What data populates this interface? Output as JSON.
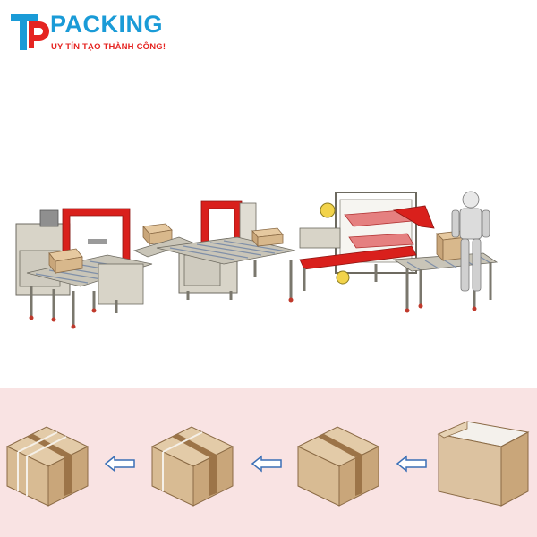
{
  "brand": {
    "name": "PACKING",
    "slogan": "UY TÍN TẠO THÀNH CÔNG!",
    "logo_icon": "tp-monogram-icon",
    "colors": {
      "blue": "#1a9bd7",
      "red": "#e52421"
    }
  },
  "scene": {
    "items": [
      "strapping-machine",
      "strapping-machine",
      "carton-sealer",
      "robot-operator",
      "conveyor"
    ],
    "frame_color": "#d9201c"
  },
  "process": {
    "steps": [
      "strapped-box-cross",
      "strapped-box",
      "taped-box",
      "open-box"
    ],
    "arrow_icon": "arrow-left-icon",
    "colors": {
      "box": "#dcc2a0",
      "box_dark": "#c9a67a",
      "tape": "#9c7448",
      "arrow": "#3a6fb6",
      "bg": "#f9e3e3"
    }
  }
}
